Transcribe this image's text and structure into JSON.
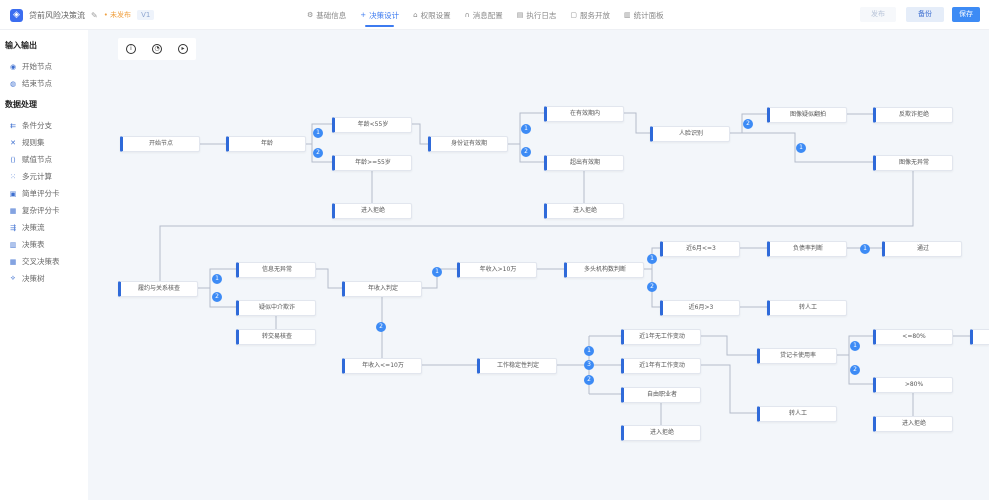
{
  "header": {
    "logo_icon": "flow-logo-icon",
    "title": "贷前风险决策流",
    "status": "• 未发布",
    "version": "V1",
    "tabs": [
      {
        "label": "基础信息",
        "icon": "gear-icon"
      },
      {
        "label": "决策设计",
        "icon": "plus-icon",
        "active": true
      },
      {
        "label": "权限设置",
        "icon": "lock-icon"
      },
      {
        "label": "消息配置",
        "icon": "headset-icon"
      },
      {
        "label": "执行日志",
        "icon": "log-icon"
      },
      {
        "label": "服务开放",
        "icon": "api-icon"
      },
      {
        "label": "统计面板",
        "icon": "chart-icon"
      }
    ],
    "publish_label": "发布",
    "backup_label": "备份",
    "save_label": "保存"
  },
  "sidebar": {
    "sections": [
      {
        "title": "输入输出",
        "items": [
          {
            "label": "开始节点",
            "icon": "start-node-icon"
          },
          {
            "label": "结束节点",
            "icon": "end-node-icon"
          }
        ]
      },
      {
        "title": "数据处理",
        "items": [
          {
            "label": "条件分支",
            "icon": "branch-icon"
          },
          {
            "label": "规则集",
            "icon": "rule-set-icon"
          },
          {
            "label": "赋值节点",
            "icon": "assign-icon"
          },
          {
            "label": "多元计算",
            "icon": "calc-icon"
          },
          {
            "label": "简单评分卡",
            "icon": "scorecard-icon"
          },
          {
            "label": "复杂评分卡",
            "icon": "complex-scorecard-icon"
          },
          {
            "label": "决策流",
            "icon": "flow-icon"
          },
          {
            "label": "决策表",
            "icon": "table-icon"
          },
          {
            "label": "交叉决策表",
            "icon": "cross-table-icon"
          },
          {
            "label": "决策树",
            "icon": "tree-icon"
          }
        ]
      }
    ]
  },
  "canvas": {
    "toolbox": [
      {
        "icon": "info-icon"
      },
      {
        "icon": "history-icon"
      },
      {
        "icon": "play-icon"
      }
    ],
    "nodes": [
      "开始节点",
      "年龄",
      "年龄<55岁",
      "年龄>=55岁",
      "进入拒绝",
      "身份证有效期",
      "在有效期内",
      "超出有效期",
      "进入拒绝",
      "人脸识别",
      "图像疑似翻拍",
      "反欺诈拒绝",
      "图像无异常",
      "履约与关系核查",
      "信息无异常",
      "疑似中介欺诈",
      "转交易核查",
      "年收入判定",
      "年收入>10万",
      "多头机构数判断",
      "近6月<=3",
      "近6月>3",
      "负债率判断",
      "通过",
      "转人工",
      "年收入<=10万",
      "工作稳定性判定",
      "近1年无工作变动",
      "近1年有工作变动",
      "自由职业者",
      "进入拒绝",
      "贷记卡使用率",
      "转人工",
      "<=80%",
      ">80%",
      "进入拒绝",
      ""
    ],
    "badges": [
      "1",
      "2",
      "1",
      "2",
      "2",
      "1",
      "1",
      "2",
      "1",
      "2",
      "1",
      "2",
      "1",
      "1",
      "3",
      "2",
      "1",
      "2"
    ]
  }
}
